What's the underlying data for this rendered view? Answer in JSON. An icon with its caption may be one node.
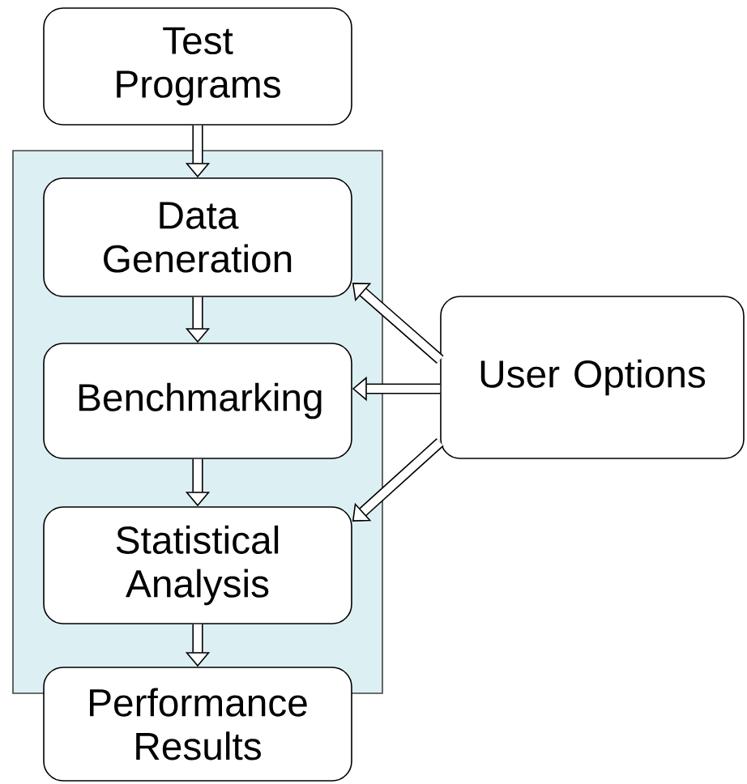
{
  "diagram": {
    "nodes": [
      {
        "text": [
          "Test Programs"
        ]
      },
      {
        "text": [],
        "shape": "box"
      },
      {
        "text": [
          "Data Generation"
        ],
        "in": 1
      },
      {
        "text": [
          "Benchmarking"
        ],
        "in": 1
      },
      {
        "text": [
          "Statistical Analysis"
        ],
        "in": 1
      },
      {
        "text": [
          "Performance Results"
        ]
      },
      {
        "text": [
          "User Options"
        ]
      }
    ],
    "edges": [
      {
        "from": 0,
        "to": 2,
        "arrow": "to"
      },
      {
        "from": 2,
        "to": 3,
        "arrow": "to"
      },
      {
        "from": 3,
        "to": 4,
        "arrow": "to"
      },
      {
        "from": 4,
        "to": 5,
        "arrow": "to"
      },
      {
        "from": 6,
        "to": 2,
        "arrow": "to"
      },
      {
        "from": 6,
        "to": 3,
        "arrow": "to"
      },
      {
        "from": 6,
        "to": 4,
        "arrow": "to"
      }
    ]
  }
}
